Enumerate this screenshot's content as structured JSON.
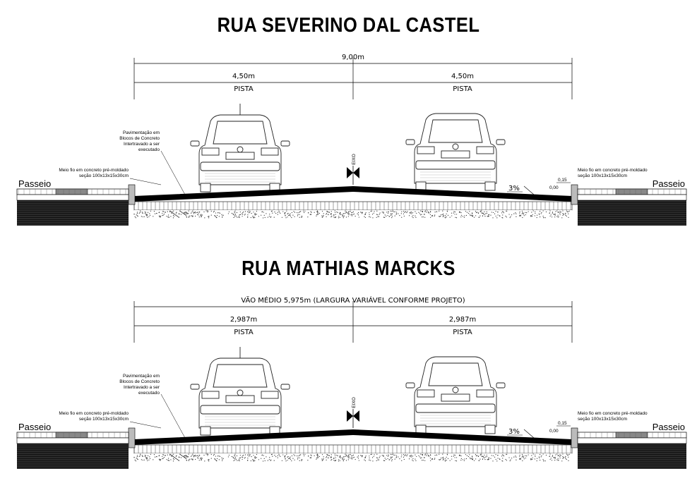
{
  "sections": [
    {
      "title": "RUA SEVERINO DAL CASTEL",
      "total_dim": "9,00m",
      "left_lane": {
        "dim": "4,50m",
        "label": "PISTA"
      },
      "right_lane": {
        "dim": "4,50m",
        "label": "PISTA"
      }
    },
    {
      "title": "RUA MATHIAS MARCKS",
      "total_dim": "VÃO MÉDIO  5,975m (LARGURA VARIÁVEL CONFORME PROJETO)",
      "left_lane": {
        "dim": "2,987m",
        "label": "PISTA"
      },
      "right_lane": {
        "dim": "2,987m",
        "label": "PISTA"
      }
    }
  ],
  "annotations": {
    "pavement": [
      "Pavimentação em",
      "Blocos de Concreto",
      "Intertravado a ser",
      "executado"
    ],
    "curb_line1": "Meio fio em concreto pré-moldado",
    "curb_line2": "seção 100x13x15x30cm",
    "sidewalk": "Passeio",
    "axis": "EIXO",
    "slope": "3%",
    "level_top": "0,15",
    "level_base": "0,00"
  }
}
